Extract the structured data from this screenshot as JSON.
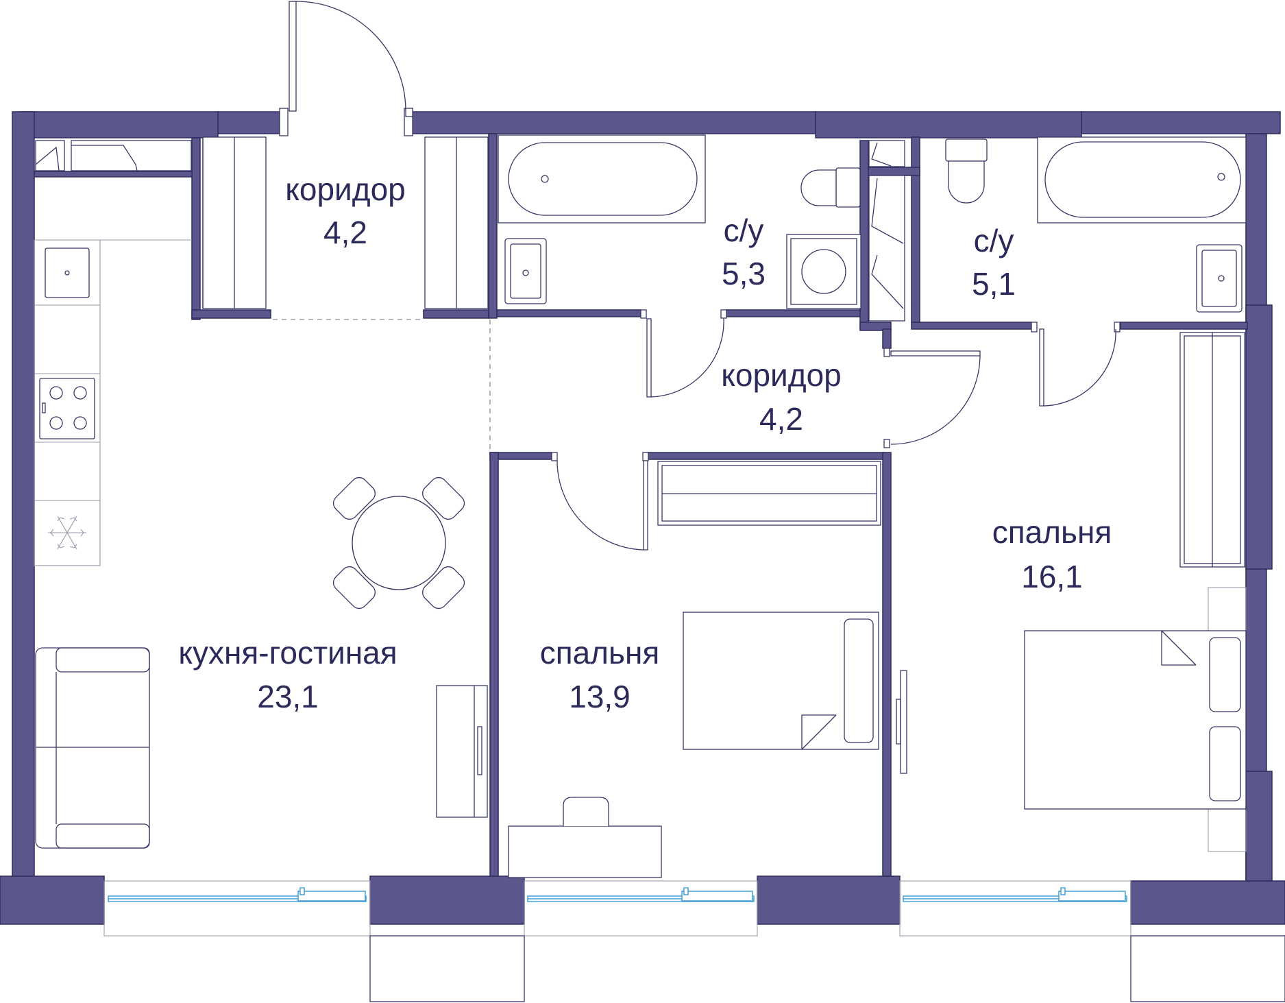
{
  "plan": {
    "colors": {
      "wall": "#5b578c",
      "line": "#3a3766",
      "window": "#3a9bd5"
    },
    "rooms": [
      {
        "id": "corridor-entry",
        "name": "коридор",
        "area": "4,2"
      },
      {
        "id": "bathroom-1",
        "name": "с/у",
        "area": "5,3"
      },
      {
        "id": "bathroom-2",
        "name": "с/у",
        "area": "5,1"
      },
      {
        "id": "corridor-inner",
        "name": "коридор",
        "area": "4,2"
      },
      {
        "id": "kitchen-living",
        "name": "кухня-гостиная",
        "area": "23,1"
      },
      {
        "id": "bedroom-1",
        "name": "спальня",
        "area": "13,9"
      },
      {
        "id": "bedroom-2",
        "name": "спальня",
        "area": "16,1"
      }
    ],
    "icons": [
      "snowflake-icon",
      "stove-icon",
      "sink-icon",
      "bathtub-icon",
      "toilet-icon",
      "washing-machine-icon"
    ]
  }
}
